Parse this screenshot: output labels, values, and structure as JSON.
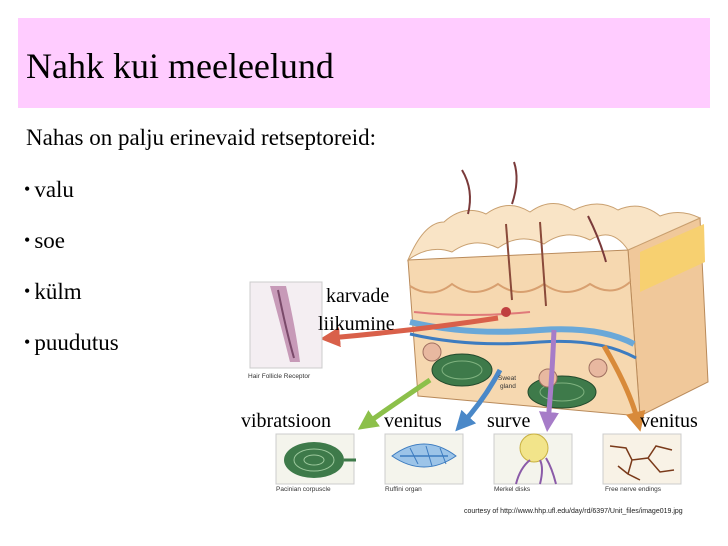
{
  "slide": {
    "title": "Nahk kui meeleelund",
    "intro": "Nahas on palju erinevaid retseptoreid:",
    "bullet_symbol": "•",
    "bullets": [
      "valu",
      "soe",
      "külm",
      "puudutus"
    ]
  },
  "figure": {
    "labels": {
      "hair_movement_1": "karvade",
      "hair_movement_2": "liikumine",
      "vibration": "vibratsioon",
      "stretch_left": "venitus",
      "pressure": "surve",
      "stretch_right": "venitus"
    },
    "captions": {
      "hair_follicle": "Hair Follicle Receptor",
      "pacinian": "Pacinian corpuscle",
      "ruffini": "Ruffini organ",
      "merkel": "Merkel disks",
      "free_nerve": "Free nerve endings",
      "sweat_1": "Sweat",
      "sweat_2": "gland"
    },
    "credit": "courtesy of http://www.hhp.ufl.edu/day/rd/6397/Unit_files/image019.jpg"
  },
  "colors": {
    "title_bg": "#ffccff",
    "arrow_red": "#d9604a",
    "arrow_green": "#8cc04a",
    "arrow_blue": "#4a88c8",
    "arrow_purple": "#a67cc8",
    "arrow_orange": "#d88a3a"
  }
}
